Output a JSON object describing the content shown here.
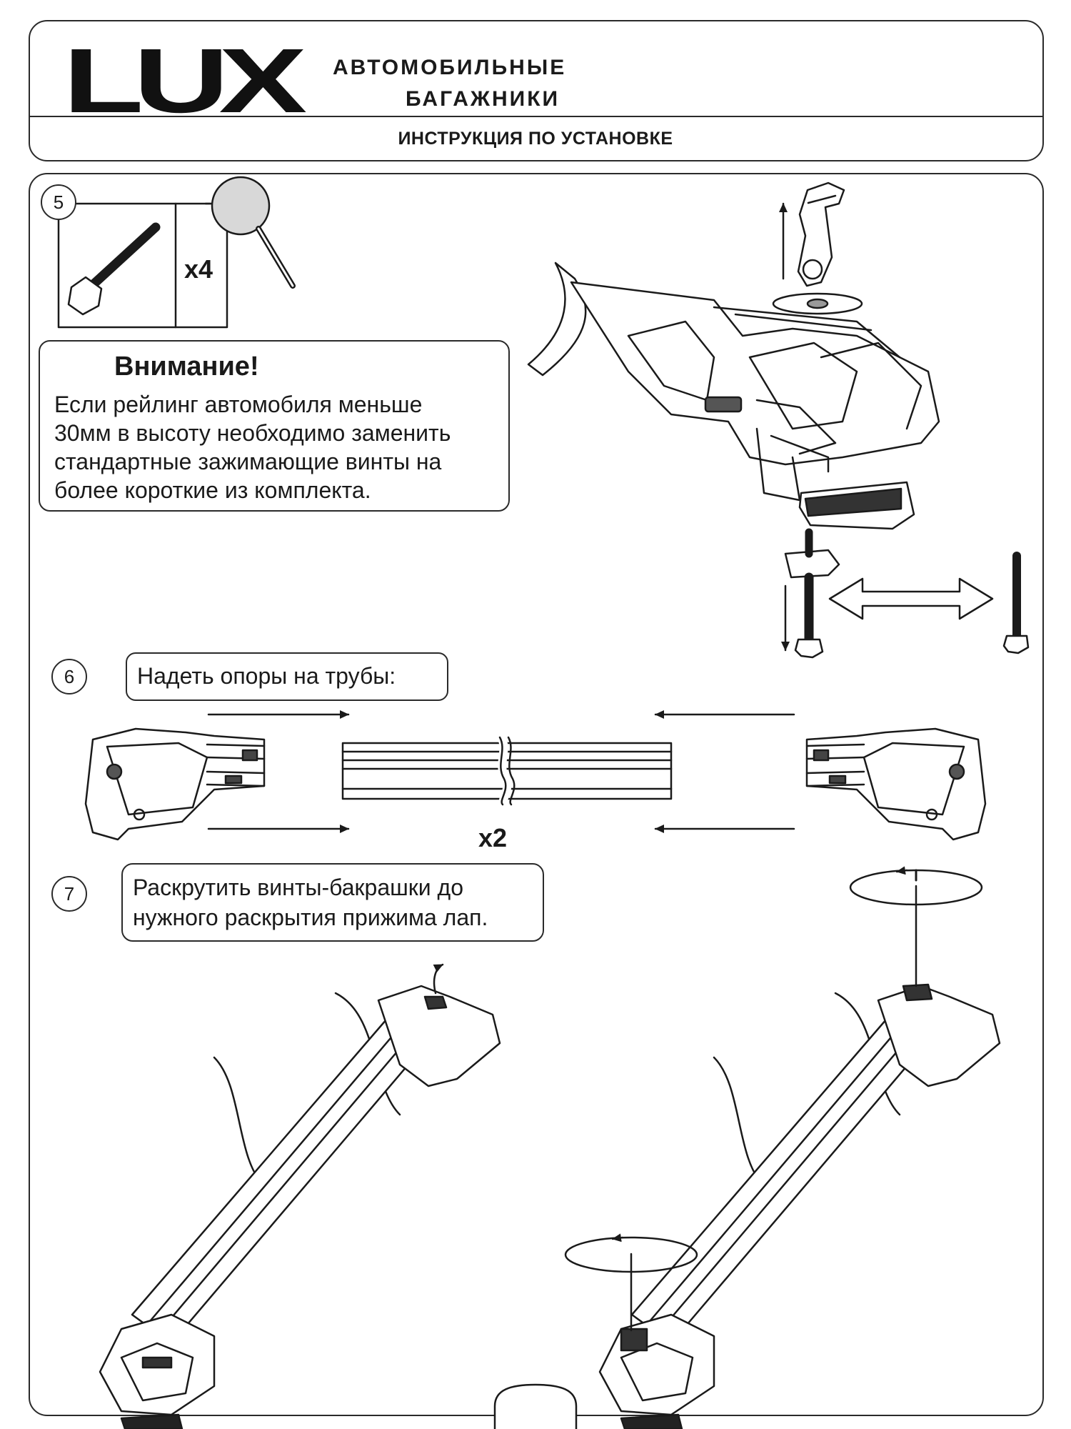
{
  "header": {
    "logo_text": "LUX",
    "brand_line1": "АВТОМОБИЛЬНЫЕ",
    "brand_line2": "БАГАЖНИКИ",
    "doc_title": "ИНСТРУКЦИЯ ПО УСТАНОВКЕ"
  },
  "step5": {
    "number": "5",
    "quantity": "x4",
    "warning_title": "Внимание!",
    "warning_lines": [
      "Если рейлинг автомобиля меньше",
      "30мм в высоту необходимо заменить",
      "стандартные зажимающие винты на",
      "более короткие из комплекта."
    ]
  },
  "step6": {
    "number": "6",
    "text": "Надеть опоры на трубы:",
    "quantity": "x2"
  },
  "step7": {
    "number": "7",
    "text_lines": [
      "Раскрутить винты-бакрашки до",
      "нужного раскрытия прижима лап."
    ]
  }
}
